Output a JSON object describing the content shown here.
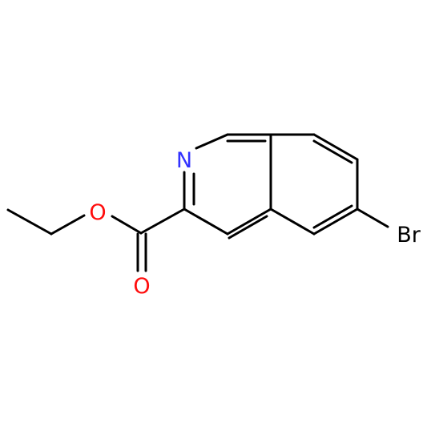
{
  "molecule": {
    "atoms": {
      "nitrogen": "N",
      "ester_oxygen": "O",
      "carbonyl_oxygen": "O",
      "bromine": "Br"
    },
    "colors": {
      "bond": "#000000",
      "nitrogen": "#3333ff",
      "oxygen": "#ff0d0d",
      "bromine": "#000000"
    }
  }
}
